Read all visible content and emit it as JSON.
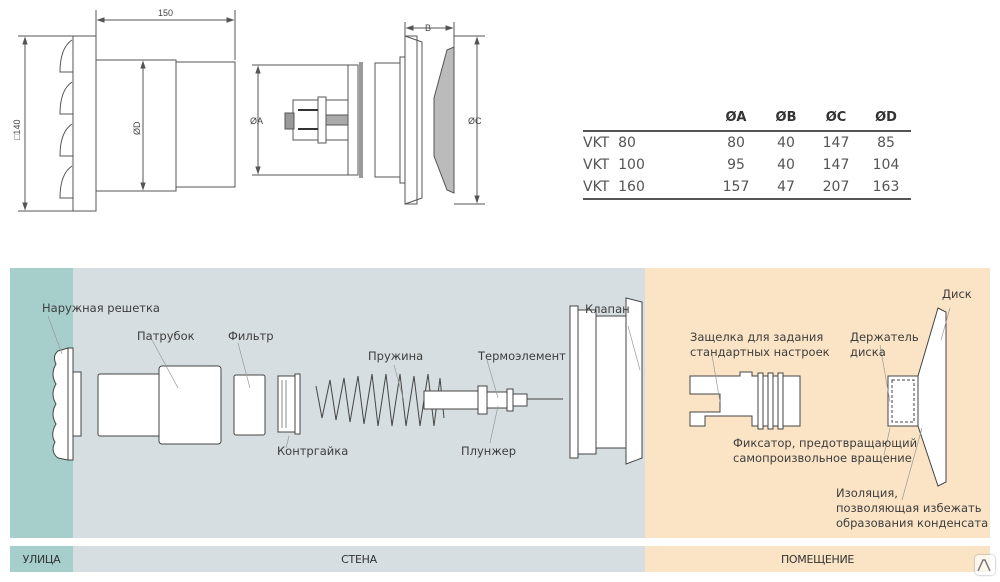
{
  "drawing_dimensions": {
    "length": "150",
    "square": "□140",
    "diameter_a": "ØA",
    "diameter_b": "B",
    "diameter_c": "ØC",
    "diameter_d": "ØD"
  },
  "table": {
    "headers": [
      "",
      "ØA",
      "ØB",
      "ØC",
      "ØD"
    ],
    "rows": [
      {
        "model": "VKT  80",
        "a": "80",
        "b": "40",
        "c": "147",
        "d": "85"
      },
      {
        "model": "VKT  100",
        "a": "95",
        "b": "40",
        "c": "147",
        "d": "104"
      },
      {
        "model": "VKT  160",
        "a": "157",
        "b": "47",
        "c": "207",
        "d": "163"
      }
    ]
  },
  "colors": {
    "street": "#a6cfcc",
    "wall": "#d6dee1",
    "room": "#fbe4c5"
  },
  "parts": {
    "outer_grille": "Наружная решетка",
    "pipe": "Патрубок",
    "filter": "Фильтр",
    "locknut": "Контргайка",
    "spring": "Пружина",
    "thermo": "Термоэлемент",
    "plunger": "Плунжер",
    "valve": "Клапан",
    "latch_line1": "Защелка для задания",
    "latch_line2": "стандартных настроек",
    "holder_line1": "Держатель",
    "holder_line2": "диска",
    "disc": "Диск",
    "fixer_line1": "Фиксатор, предотвращающий",
    "fixer_line2": "самопроизвольное вращение",
    "insul_line1": "Изоляция,",
    "insul_line2": "позволяющая избежать",
    "insul_line3": "образования конденсата"
  },
  "zones": {
    "street": "УЛИЦА",
    "wall": "СТЕНА",
    "room": "ПОМЕЩЕНИЕ"
  }
}
